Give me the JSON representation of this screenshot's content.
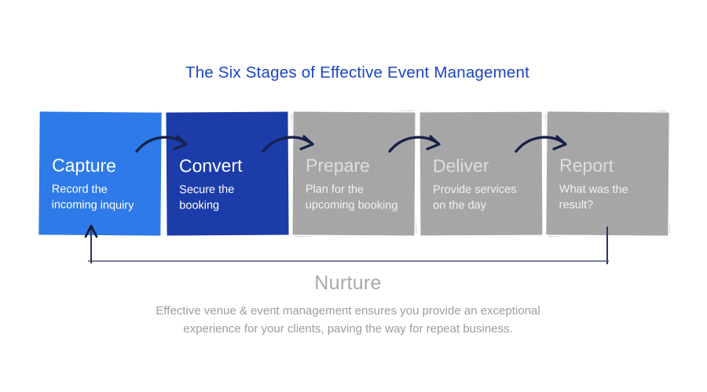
{
  "title": "The Six Stages of Effective Event Management",
  "stages": [
    {
      "name": "Capture",
      "description": "Record the incoming inquiry"
    },
    {
      "name": "Convert",
      "description": "Secure the booking"
    },
    {
      "name": "Prepare",
      "description": "Plan for the upcoming booking"
    },
    {
      "name": "Deliver",
      "description": "Provide services on the day"
    },
    {
      "name": "Report",
      "description": "What was the result?"
    }
  ],
  "nurture": {
    "name": "Nurture",
    "description": "Effective venue & event management ensures you provide an exceptional experience for your clients, paving the way for repeat business."
  },
  "colors": {
    "title_blue": "#1b44c4",
    "stage_capture_bg": "#2e7ae8",
    "stage_convert_bg": "#1c3caa",
    "stage_inactive_bg": "#a6a6a6",
    "arrow_navy": "#16214a",
    "nurture_text_gray": "#9c9c9c"
  }
}
